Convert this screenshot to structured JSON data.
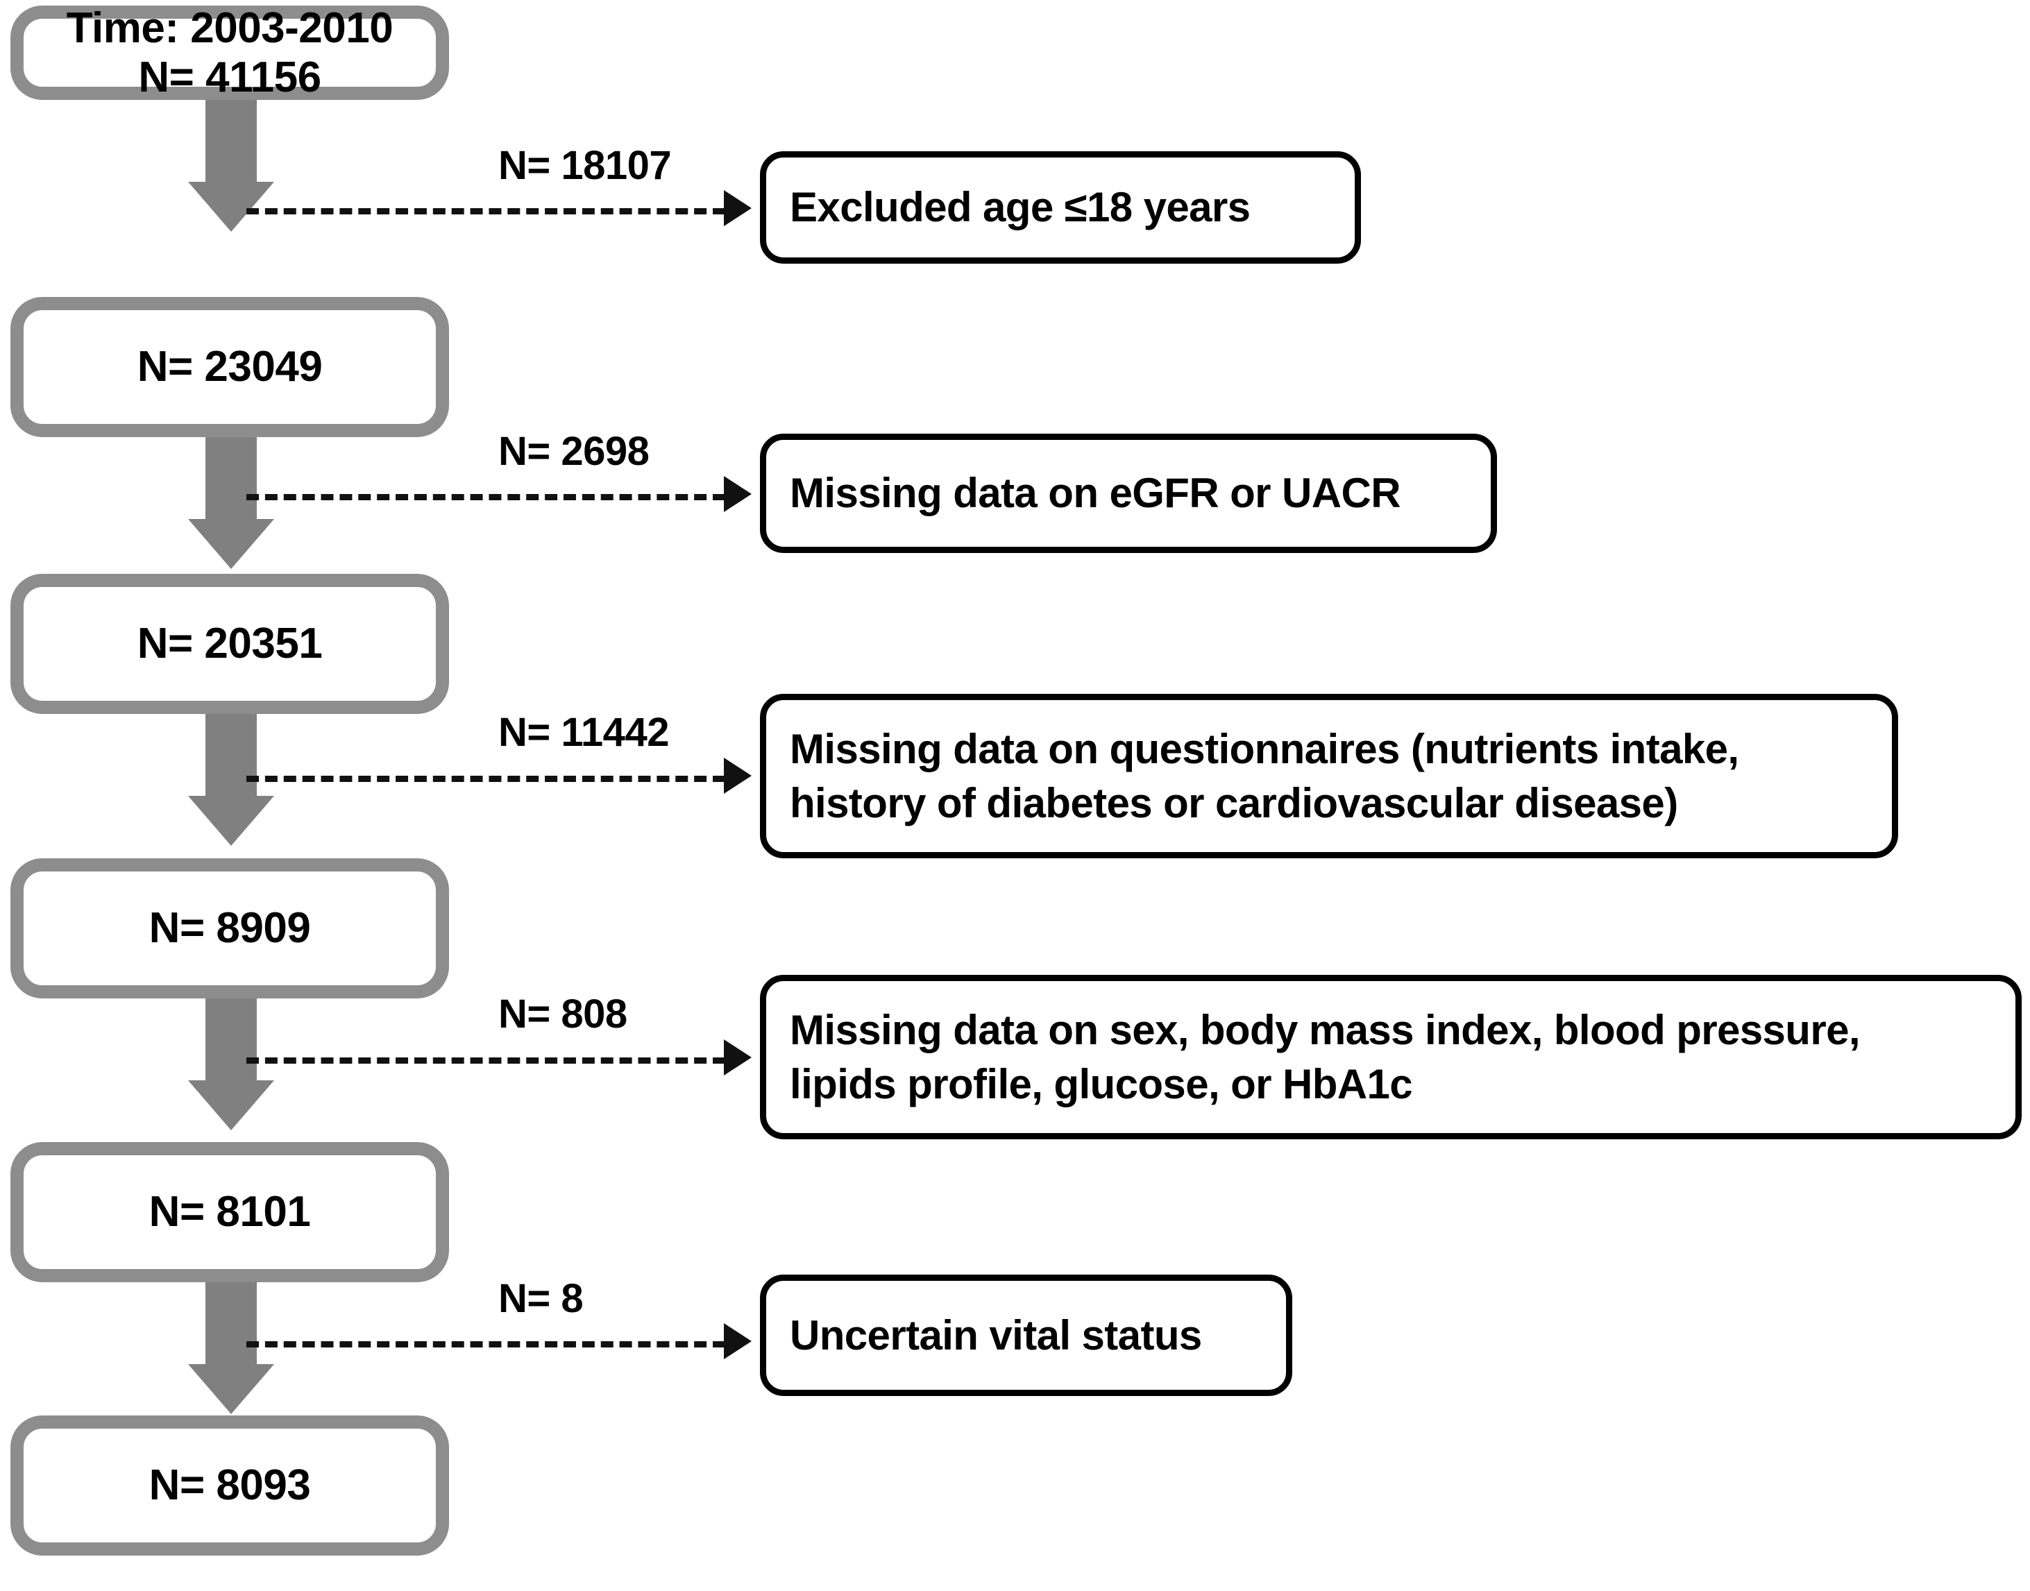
{
  "figure": {
    "type": "flowchart",
    "title": "Study participant selection flow diagram",
    "colors": {
      "flow_box_border": "#8d8d8d",
      "flow_arrow": "#808080",
      "exclusion_box_border": "#000000",
      "dashed_connector": "#111111",
      "text": "#000000",
      "background": "#ffffff"
    }
  },
  "flow_nodes": [
    {
      "id": "node-1",
      "line1": "Time: 2003-2010",
      "line2": "N= 41156",
      "n": 41156
    },
    {
      "id": "node-2",
      "line1": "N= 23049",
      "line2": "",
      "n": 23049
    },
    {
      "id": "node-3",
      "line1": "N= 20351",
      "line2": "",
      "n": 20351
    },
    {
      "id": "node-4",
      "line1": "N= 8909",
      "line2": "",
      "n": 8909
    },
    {
      "id": "node-5",
      "line1": "N= 8101",
      "line2": "",
      "n": 8101
    },
    {
      "id": "node-6",
      "line1": "N= 8093",
      "line2": "",
      "n": 8093
    }
  ],
  "exclusions": [
    {
      "id": "excl-1",
      "count_label": "N= 18107",
      "count": 18107,
      "line1": "Excluded age ≤18 years",
      "line2": ""
    },
    {
      "id": "excl-2",
      "count_label": "N= 2698",
      "count": 2698,
      "line1": "Missing data on eGFR or UACR",
      "line2": ""
    },
    {
      "id": "excl-3",
      "count_label": "N= 11442",
      "count": 11442,
      "line1": "Missing data on questionnaires (nutrients intake,",
      "line2": "history of diabetes or cardiovascular disease)"
    },
    {
      "id": "excl-4",
      "count_label": "N= 808",
      "count": 808,
      "line1": "Missing data on sex, body mass index, blood pressure,",
      "line2": "lipids profile,  glucose, or HbA1c"
    },
    {
      "id": "excl-5",
      "count_label": "N= 8",
      "count": 8,
      "line1": "Uncertain vital status",
      "line2": ""
    }
  ]
}
